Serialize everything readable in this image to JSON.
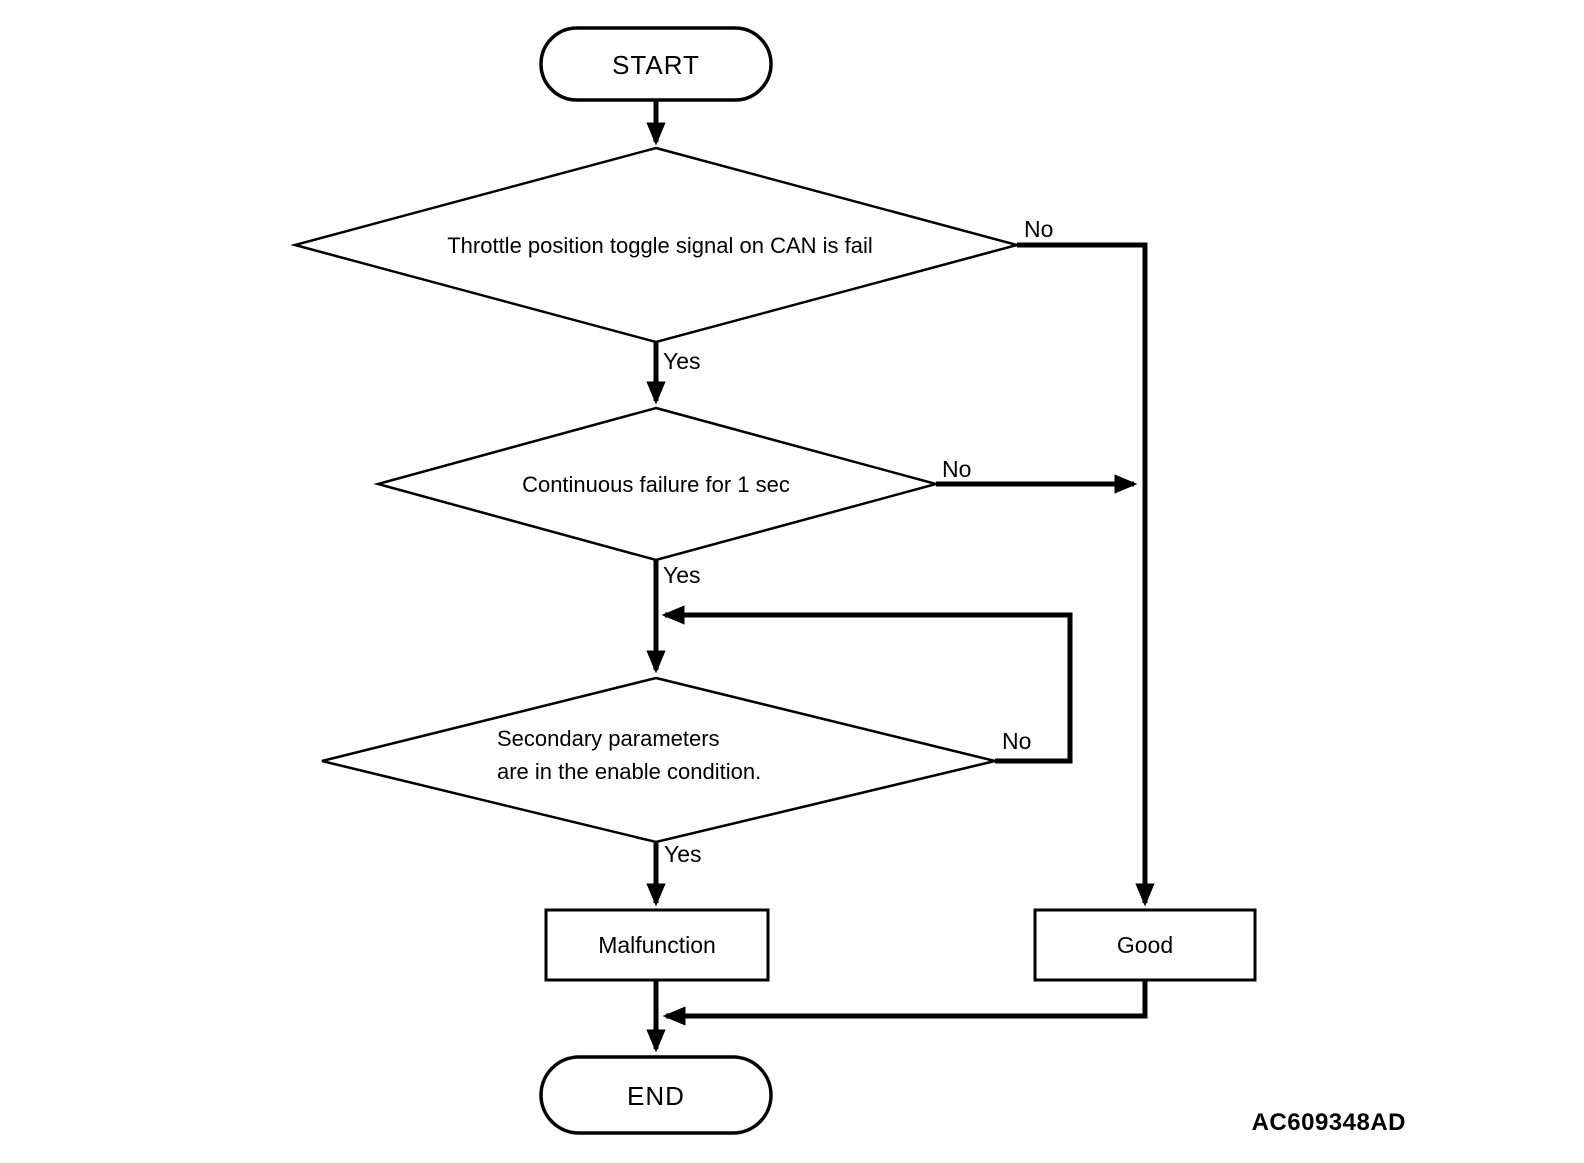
{
  "diagram": {
    "type": "flowchart",
    "nodes": {
      "start": {
        "type": "terminator",
        "label": "START"
      },
      "decision_can_fail": {
        "type": "decision",
        "label": "Throttle position toggle signal on CAN is fail"
      },
      "decision_continuous_failure": {
        "type": "decision",
        "label": "Continuous failure for 1 sec"
      },
      "decision_secondary_params": {
        "type": "decision",
        "line1": "Secondary parameters",
        "line2": "are in the enable condition."
      },
      "malfunction": {
        "type": "process",
        "label": "Malfunction"
      },
      "good": {
        "type": "process",
        "label": "Good"
      },
      "end": {
        "type": "terminator",
        "label": "END"
      }
    },
    "edge_labels": {
      "can_fail_no": "No",
      "can_fail_yes": "Yes",
      "continuous_no": "No",
      "continuous_yes": "Yes",
      "secondary_no": "No",
      "secondary_yes": "Yes"
    },
    "footer": {
      "figure_code": "AC609348AD"
    },
    "colors": {
      "line": "#000000",
      "background": "#ffffff",
      "text": "#000000"
    }
  }
}
